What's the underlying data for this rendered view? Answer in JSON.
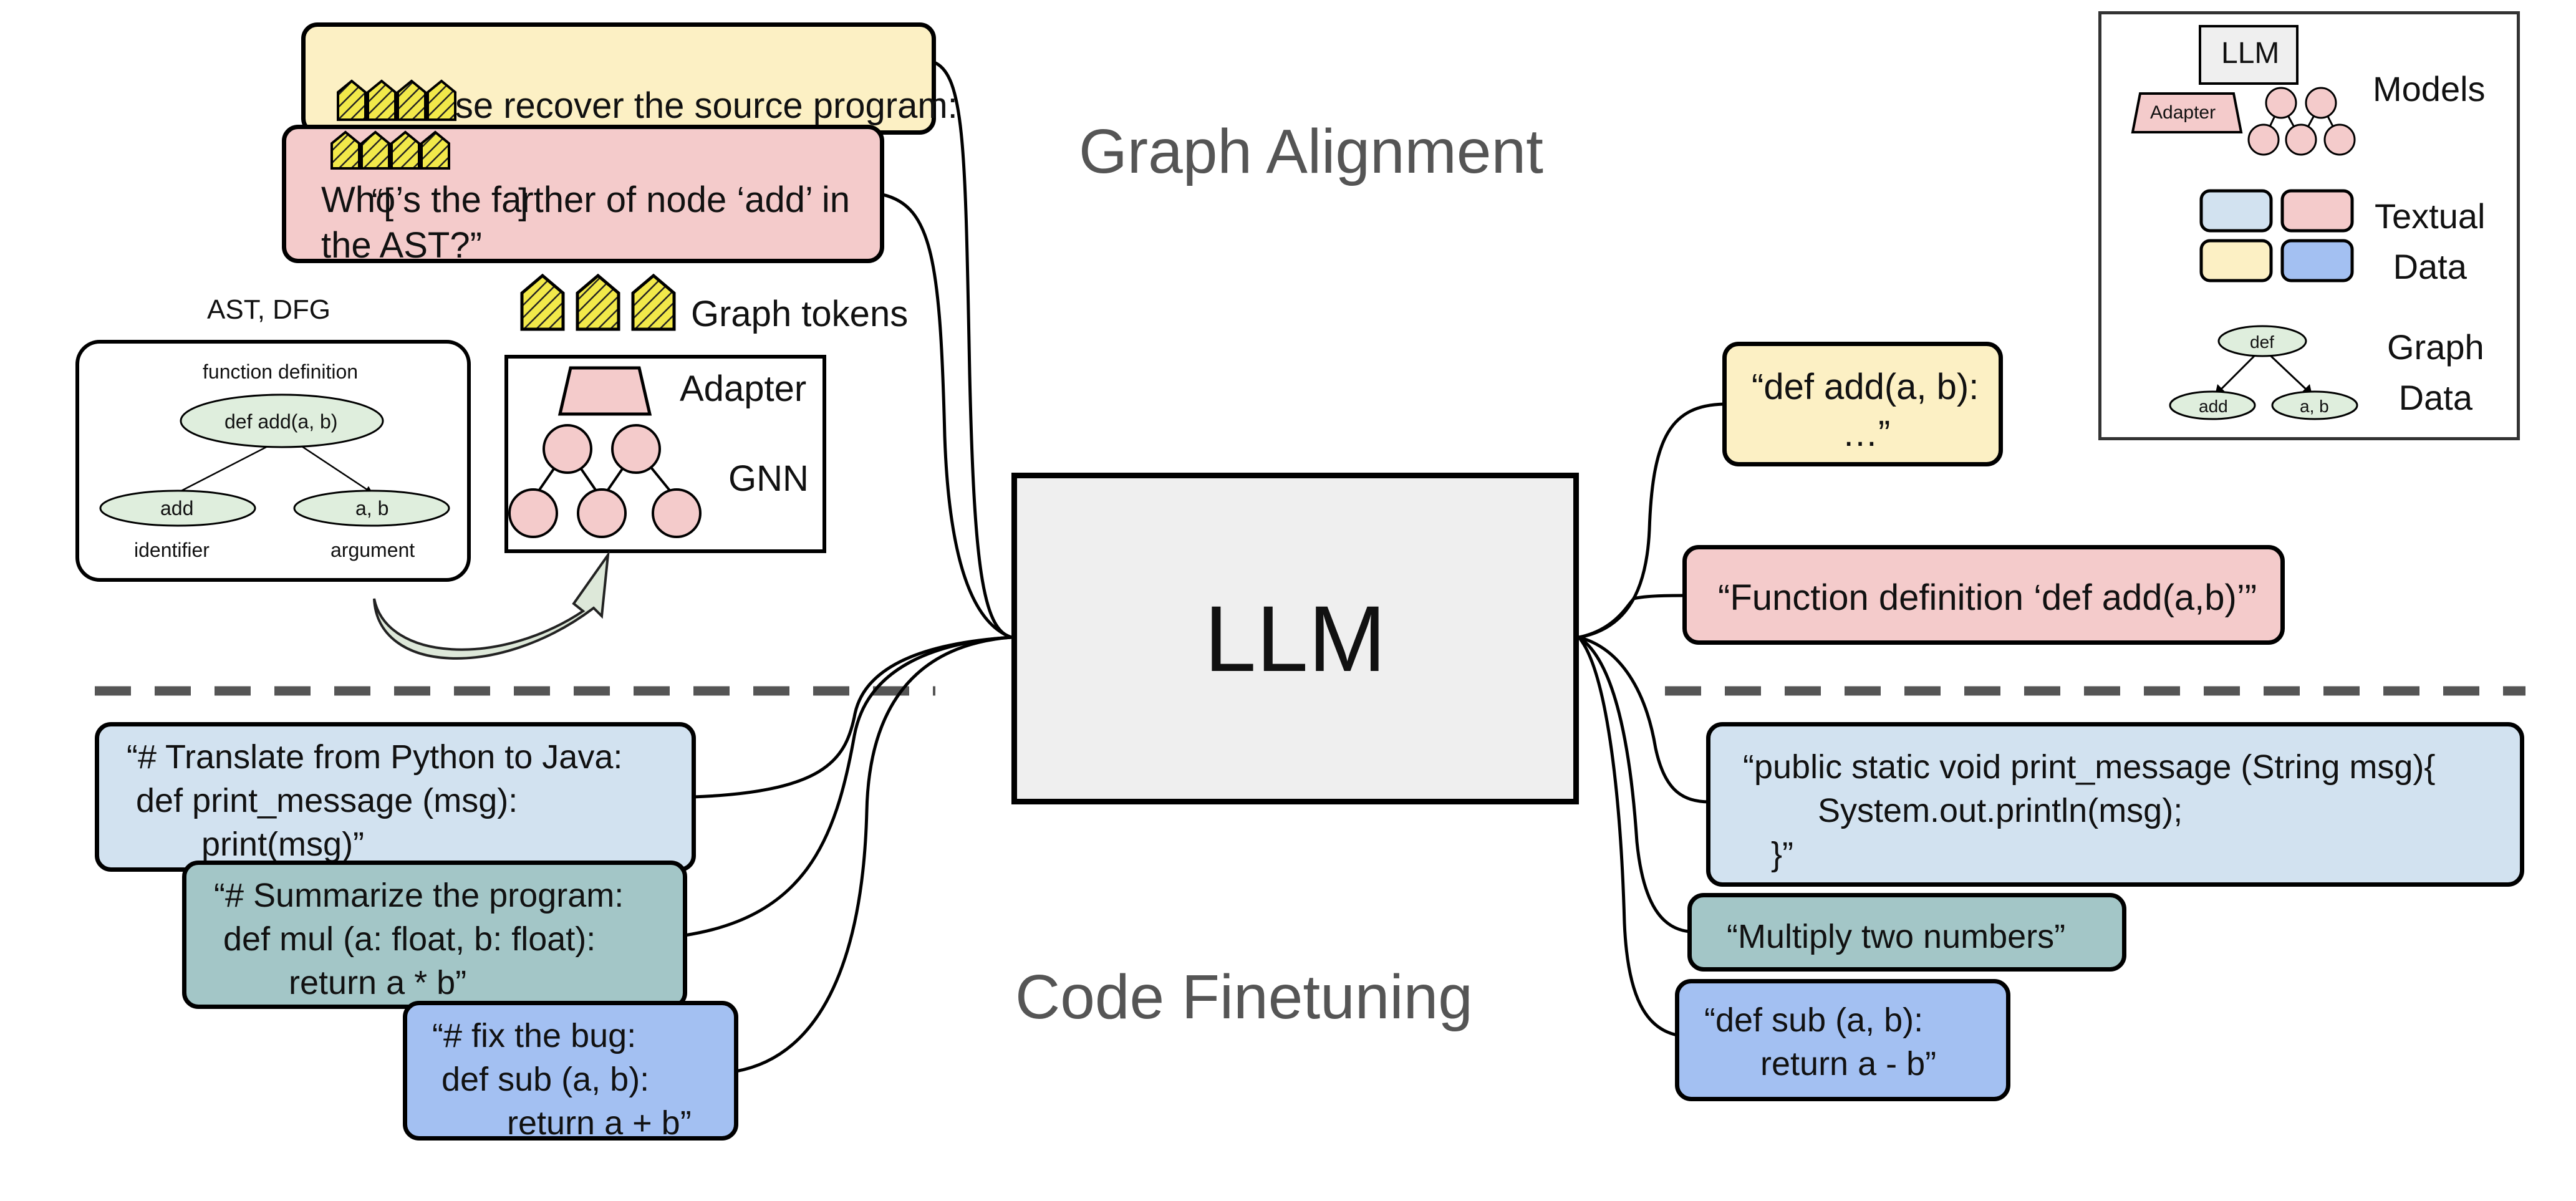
{
  "colors": {
    "yellow": "#fcf0c4",
    "pink": "#f4cbcb",
    "light_blue": "#d2e2f0",
    "teal": "#a3c6c7",
    "blue": "#a3c0f2",
    "node_green": "#dfeedd",
    "token_yellow": "#f2e94a",
    "llm_gray": "#efefef",
    "heading_gray": "#555555"
  },
  "headings": {
    "graph_alignment": "Graph Alignment",
    "code_finetuning": "Code Finetuning"
  },
  "llm": {
    "label": "LLM"
  },
  "inputs": {
    "recover_line1": "“Please recover the source program:",
    "recover_open": "[",
    "recover_close": "]”",
    "ast_open": "“[",
    "ast_close": "]",
    "ast_question": "Who’s the farther of node ‘add’ in\nthe AST?”",
    "translate": "“# Translate from Python to Java:\n def print_message (msg):\n        print(msg)”",
    "summarize": "“# Summarize the program:\n def mul (a: float, b: float):\n        return a * b”",
    "fixbug": "“# fix the bug:\n def sub (a, b):\n        return a + b”"
  },
  "outputs": {
    "def_add": "“def add(a, b):\n         …”",
    "function_def": "“Function definition ‘def add(a,b)’”",
    "java": "“public static void print_message (String msg){\n        System.out.println(msg);\n   }”",
    "multiply": "“Multiply two numbers”",
    "sub": "“def sub (a, b):\n      return a - b”"
  },
  "graph_tokens_label": "Graph tokens",
  "adapter_label": "Adapter",
  "gnn_label": "GNN",
  "ast": {
    "caption": "AST, DFG",
    "header": "function definition",
    "root": "def add(a, b)",
    "left": "add",
    "right": "a, b",
    "left_type": "identifier",
    "right_type": "argument"
  },
  "legend": {
    "llm": "LLM",
    "adapter": "Adapter",
    "models": "Models",
    "textual": "Textual\nData",
    "graph": "Graph\nData",
    "node_def": "def",
    "node_add": "add",
    "node_ab": "a, b"
  }
}
